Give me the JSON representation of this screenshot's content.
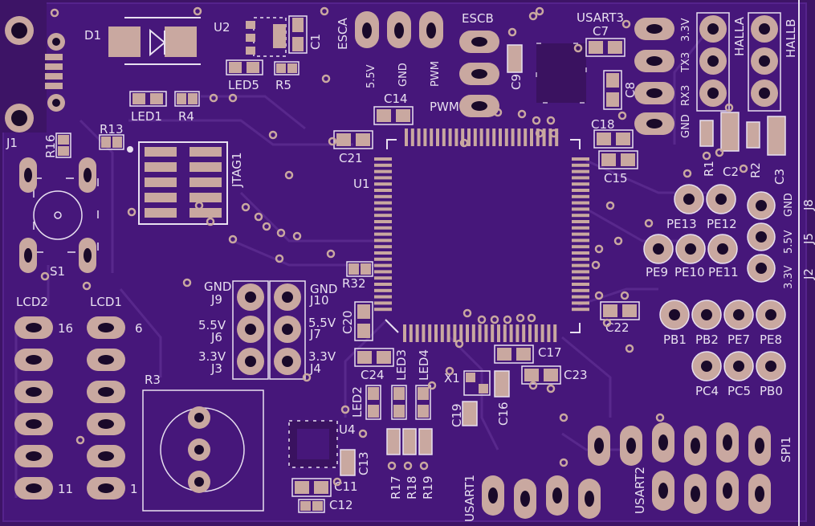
{
  "colors": {
    "board": "#3d1466",
    "copper_pour": "#4a1a7a",
    "trace": "#5a2a8e",
    "pad": "#c9a8a0",
    "pad_hole": "#1a0a2a",
    "silkscreen": "#e8e0f0",
    "chip_body": "#3a1260"
  },
  "labels": {
    "D1": "D1",
    "U2": "U2",
    "C1": "C1",
    "ESCA": "ESCA",
    "ESCA_5V": "5.5V",
    "ESCA_GND": "GND",
    "ESCA_PWM": "PWM",
    "ESCB": "ESCB",
    "ESCB_PWM": "PWM",
    "USART3": "USART3",
    "C7": "C7",
    "U3V": "3.3V",
    "HALLA": "HALLA",
    "HALLB": "HALLB",
    "LED5": "LED5",
    "R5": "R5",
    "LED1": "LED1",
    "R4": "R4",
    "C14": "C14",
    "C9": "C9",
    "C8": "C8",
    "TX3": "TX3",
    "RX3": "RX3",
    "GND3": "GND",
    "J1": "J1",
    "R16": "R16",
    "R13": "R13",
    "JTAG1": "JTAG1",
    "C21": "C21",
    "U1": "U1",
    "C18": "C18",
    "C15": "C15",
    "R1": "R1",
    "C2": "C2",
    "R2": "R2",
    "C3": "C3",
    "J8": "J8",
    "J5": "J5",
    "J2": "J2",
    "J8_GND": "GND",
    "J5_55V": "5.5V",
    "J2_33V": "3.3V",
    "S1": "S1",
    "PE13": "PE13",
    "PE12": "PE12",
    "PE9": "PE9",
    "PE10": "PE10",
    "PE11": "PE11",
    "LCD2": "LCD2",
    "LCD1": "LCD1",
    "L16": "16",
    "L6": "6",
    "L11": "11",
    "L1": "1",
    "J9_GND": "GND",
    "J9": "J9",
    "J10_GND": "GND",
    "J10": "J10",
    "J6_55V": "5.5V",
    "J6": "J6",
    "J7_55V": "5.5V",
    "J7": "J7",
    "J3_33V": "3.3V",
    "J3": "J3",
    "J4_33V": "3.3V",
    "J4": "J4",
    "R32": "R32",
    "C20": "C20",
    "C22": "C22",
    "PB1": "PB1",
    "PB2": "PB2",
    "PE7": "PE7",
    "PE8": "PE8",
    "C24": "C24",
    "LED3": "LED3",
    "LED4": "LED4",
    "C17": "C17",
    "C23": "C23",
    "X1": "X1",
    "LED2": "LED2",
    "PC4": "PC4",
    "PC5": "PC5",
    "PB0": "PB0",
    "R3": "R3",
    "U4": "U4",
    "C19": "C19",
    "C16": "C16",
    "C13": "C13",
    "C11": "C11",
    "C12": "C12",
    "R17": "R17",
    "R18": "R18",
    "R19": "R19",
    "SPI1": "SPI1",
    "USART1": "USART1",
    "USART2": "USART2"
  }
}
